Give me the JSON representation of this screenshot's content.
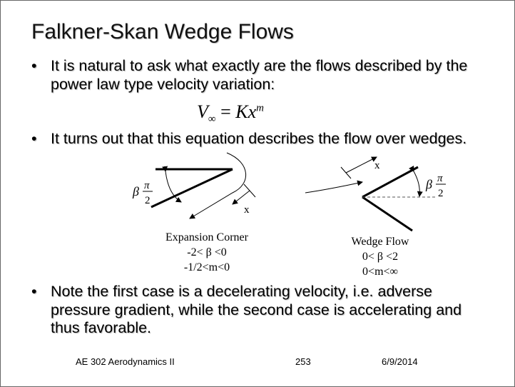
{
  "slide": {
    "title": "Falkner-Skan Wedge Flows",
    "bullet_symbol": "•",
    "bullets": [
      "It is natural to ask what exactly are the flows described by the power law type velocity variation:",
      "It turns out that this equation describes the flow over wedges.",
      "Note the first case is a decelerating velocity, i.e. adverse pressure gradient, while the second case is accelerating and thus favorable."
    ],
    "equation": {
      "lhs": "V",
      "lhs_sub": "∞",
      "eq": " = ",
      "rhs": "Kx",
      "rhs_sup": "m"
    }
  },
  "figures": {
    "expansion": {
      "beta": "β",
      "pi": "π",
      "two": "2",
      "x_label": "x",
      "caption": [
        "Expansion Corner",
        "-2< β <0",
        "-1/2<m<0"
      ]
    },
    "wedge": {
      "beta": "β",
      "pi": "π",
      "two": "2",
      "x_label": "x",
      "caption": [
        "Wedge Flow",
        "0< β <2",
        "0<m<∞"
      ]
    }
  },
  "footer": {
    "course": "AE 302 Aerodynamics II",
    "page": "253",
    "date": "6/9/2014"
  }
}
